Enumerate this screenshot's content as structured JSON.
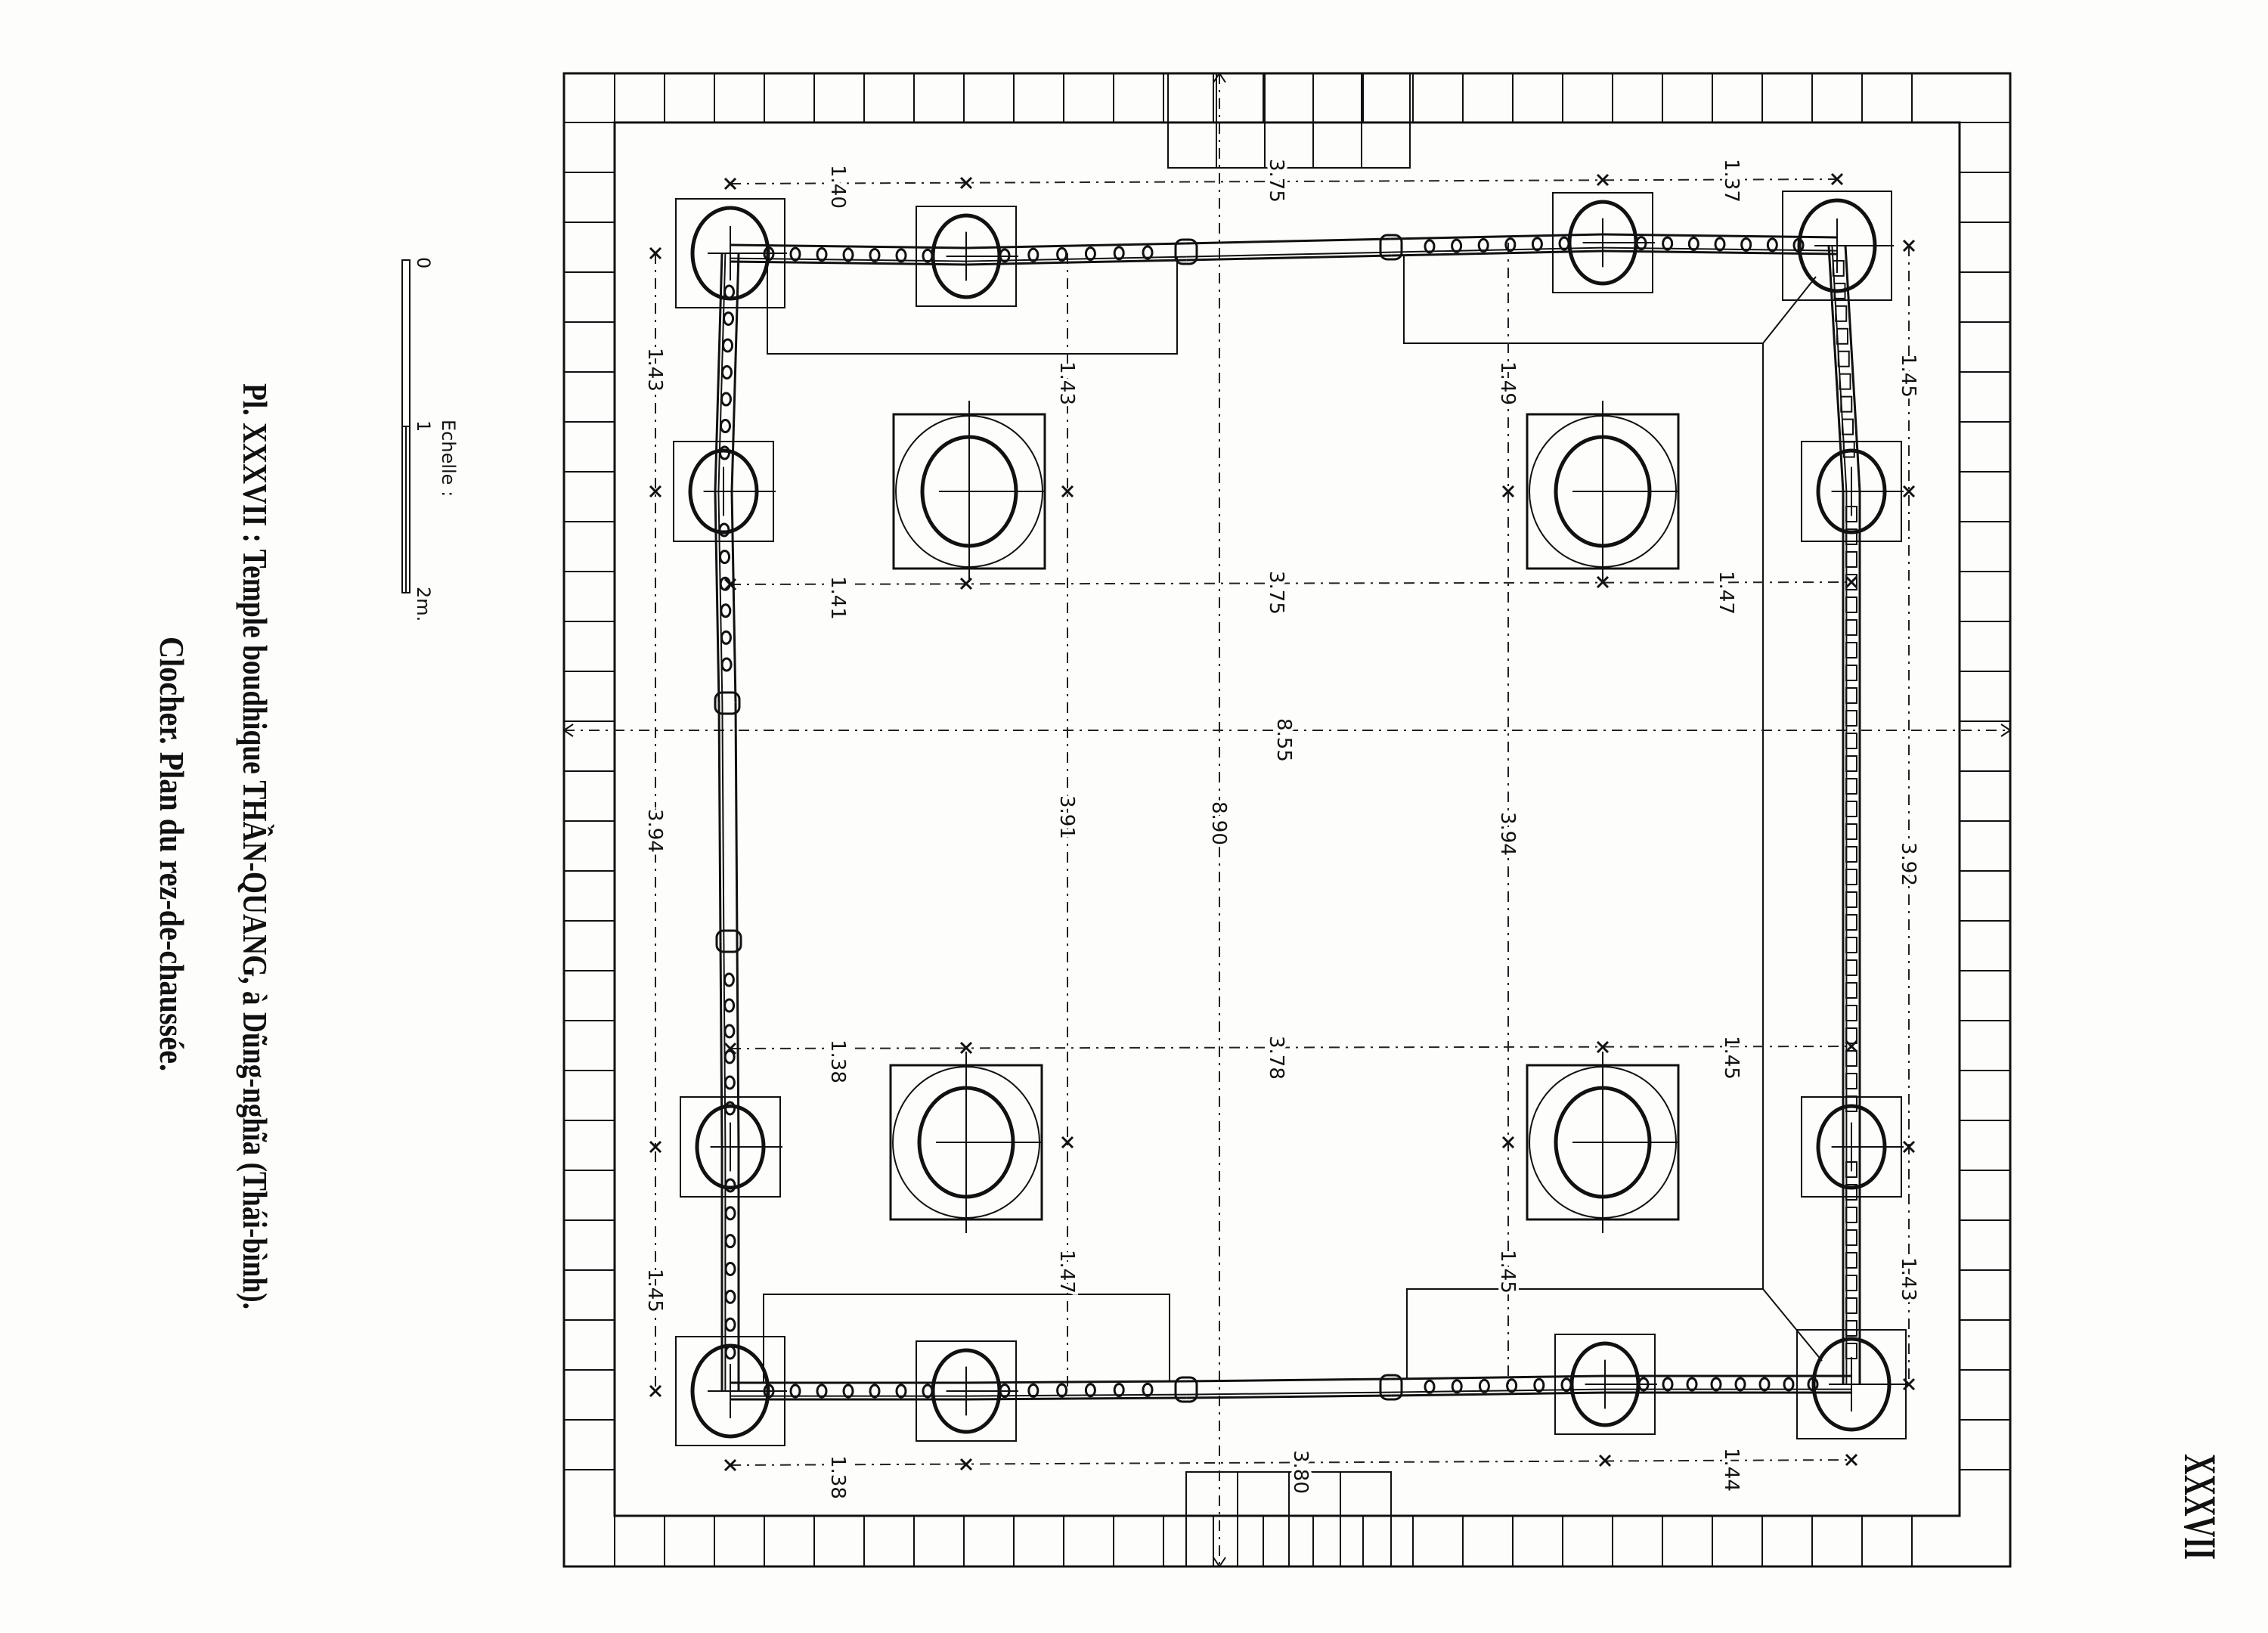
{
  "title": {
    "line1": "Pl. XXXVII : Temple boudhique THẦN-QUANG, à Dũng-nghĩa (Thái-bình).",
    "line2": "Clocher.  Plan du rez-de-chaussée."
  },
  "plate_number": "XXXVII",
  "scale": {
    "label": "Echelle :",
    "ticks": [
      "0",
      "1",
      "2m."
    ]
  },
  "dimensions": {
    "top_row": [
      "1.40",
      "3.75",
      "1.37"
    ],
    "upper_row": [
      "1.41",
      "3.75",
      "1.47"
    ],
    "center_row": [
      "8.55"
    ],
    "lower_row": [
      "1.38",
      "3.78",
      "1.45"
    ],
    "bottom_row": [
      "1.38",
      "3.80",
      "1.44"
    ],
    "left_col": [
      "1.43",
      "3.94",
      "1.45"
    ],
    "col2": [
      "1.43",
      "3.91",
      "1.47"
    ],
    "center_col": [
      "8.90"
    ],
    "col3": [
      "1.49",
      "3.94",
      "1.45"
    ],
    "right_col": [
      "1.45",
      "3.92",
      "1.43"
    ]
  }
}
